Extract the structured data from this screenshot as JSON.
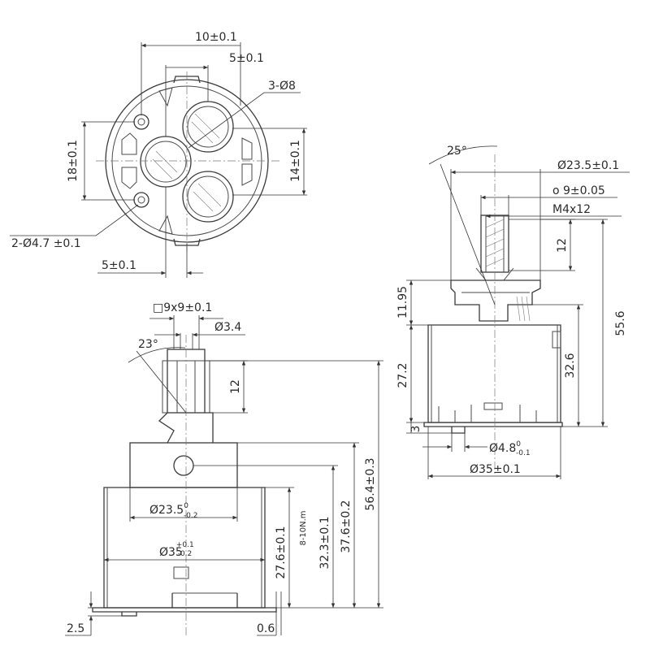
{
  "top_view": {
    "dim_10": "10±0.1",
    "dim_5_top": "5±0.1",
    "dim_3holes": "3-Ø8",
    "dim_18": "18±0.1",
    "dim_14": "14±0.1",
    "dim_2holes": "2-Ø4.7 ±0.1",
    "dim_5_bottom": "5±0.1"
  },
  "front_view": {
    "dim_square": "□9x9±0.1",
    "dim_d34": "Ø3.4",
    "angle": "23°",
    "dim_12": "12",
    "dim_d235": "Ø23.5",
    "dim_d235_tol_upper": "0",
    "dim_d235_tol_lower": "-0.2",
    "dim_d35": "Ø35",
    "dim_d35_tol_upper": "+0.1",
    "dim_d35_tol_lower": "-0.2",
    "dim_276": "27.6±0.1",
    "torque": "8-10N.m",
    "dim_323": "32.3±0.1",
    "dim_376": "37.6±0.2",
    "dim_564": "56.4±0.3",
    "dim_25": "2.5",
    "dim_06": "0.6"
  },
  "side_view": {
    "angle": "25°",
    "dim_d235": "Ø23.5±0.1",
    "dim_o9": "o 9±0.05",
    "dim_m4": "M4x12",
    "dim_12": "12",
    "dim_1195": "11.95",
    "dim_556": "55.6",
    "dim_272": "27.2",
    "dim_326": "32.6",
    "dim_3": "3",
    "dim_d48": "Ø4.8",
    "dim_d48_tol_upper": "0",
    "dim_d48_tol_lower": "-0.1",
    "dim_d35": "Ø35±0.1"
  }
}
